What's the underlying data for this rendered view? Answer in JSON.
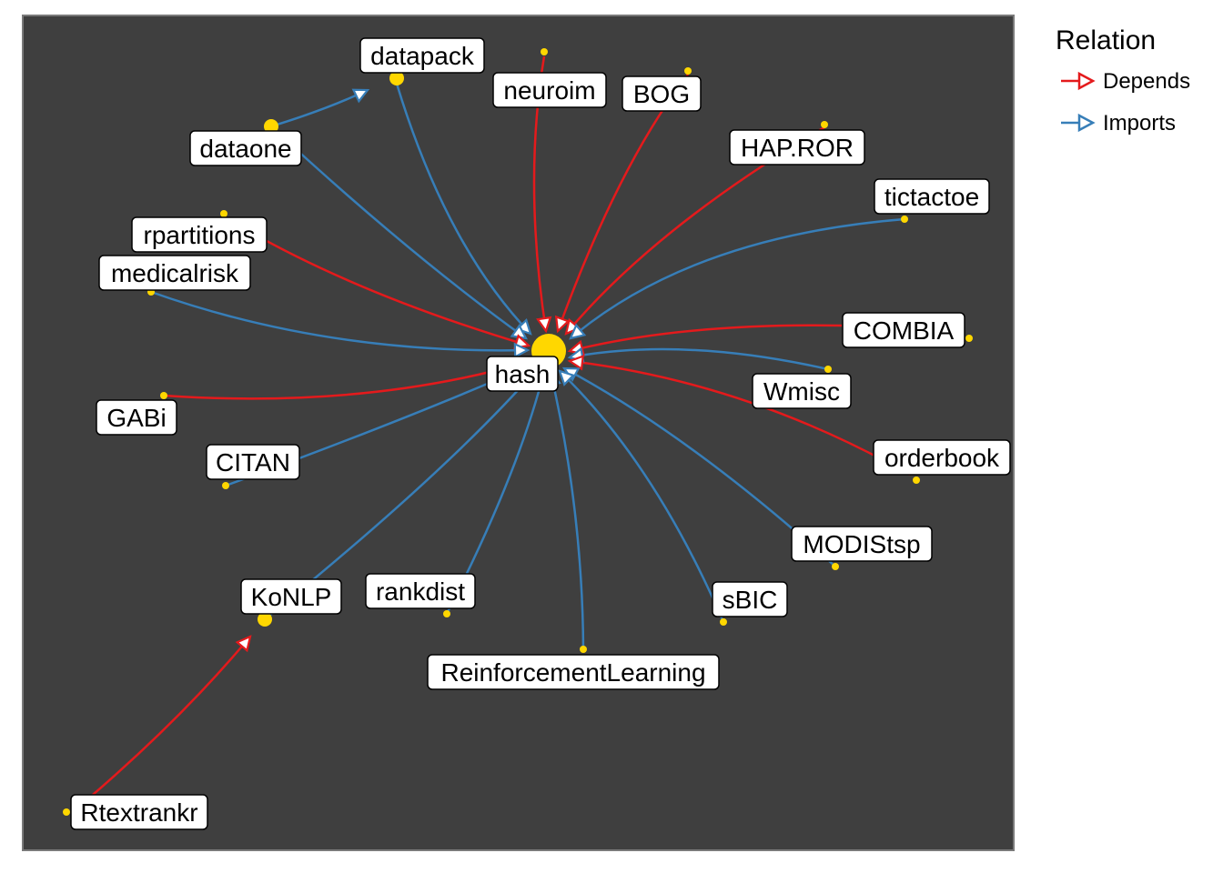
{
  "legend": {
    "title": "Relation",
    "entries": [
      {
        "key": "depends",
        "label": "Depends",
        "color": "#e41a1c"
      },
      {
        "key": "imports",
        "label": "Imports",
        "color": "#377eb8"
      }
    ]
  },
  "colors": {
    "panel": "#3f3f3f",
    "node": "#ffd700",
    "depends": "#e41a1c",
    "imports": "#377eb8"
  },
  "nodes": [
    {
      "id": "hash",
      "label": "hash"
    },
    {
      "id": "datapack",
      "label": "datapack"
    },
    {
      "id": "dataone",
      "label": "dataone"
    },
    {
      "id": "neuroim",
      "label": "neuroim"
    },
    {
      "id": "BOG",
      "label": "BOG"
    },
    {
      "id": "HAP.ROR",
      "label": "HAP.ROR"
    },
    {
      "id": "tictactoe",
      "label": "tictactoe"
    },
    {
      "id": "rpartitions",
      "label": "rpartitions"
    },
    {
      "id": "medicalrisk",
      "label": "medicalrisk"
    },
    {
      "id": "COMBIA",
      "label": "COMBIA"
    },
    {
      "id": "Wmisc",
      "label": "Wmisc"
    },
    {
      "id": "orderbook",
      "label": "orderbook"
    },
    {
      "id": "GABi",
      "label": "GABi"
    },
    {
      "id": "CITAN",
      "label": "CITAN"
    },
    {
      "id": "MODIStsp",
      "label": "MODIStsp"
    },
    {
      "id": "KoNLP",
      "label": "KoNLP"
    },
    {
      "id": "rankdist",
      "label": "rankdist"
    },
    {
      "id": "sBIC",
      "label": "sBIC"
    },
    {
      "id": "ReinforcementLearning",
      "label": "ReinforcementLearning"
    },
    {
      "id": "Rtextrankr",
      "label": "Rtextrankr"
    }
  ],
  "edges": [
    {
      "from": "dataone",
      "to": "datapack",
      "relation": "imports"
    },
    {
      "from": "datapack",
      "to": "hash",
      "relation": "imports"
    },
    {
      "from": "dataone",
      "to": "hash",
      "relation": "imports"
    },
    {
      "from": "neuroim",
      "to": "hash",
      "relation": "depends"
    },
    {
      "from": "BOG",
      "to": "hash",
      "relation": "depends"
    },
    {
      "from": "HAP.ROR",
      "to": "hash",
      "relation": "depends"
    },
    {
      "from": "tictactoe",
      "to": "hash",
      "relation": "imports"
    },
    {
      "from": "rpartitions",
      "to": "hash",
      "relation": "depends"
    },
    {
      "from": "medicalrisk",
      "to": "hash",
      "relation": "imports"
    },
    {
      "from": "COMBIA",
      "to": "hash",
      "relation": "depends"
    },
    {
      "from": "Wmisc",
      "to": "hash",
      "relation": "imports"
    },
    {
      "from": "orderbook",
      "to": "hash",
      "relation": "depends"
    },
    {
      "from": "GABi",
      "to": "hash",
      "relation": "depends"
    },
    {
      "from": "CITAN",
      "to": "hash",
      "relation": "imports"
    },
    {
      "from": "MODIStsp",
      "to": "hash",
      "relation": "imports"
    },
    {
      "from": "KoNLP",
      "to": "hash",
      "relation": "imports"
    },
    {
      "from": "rankdist",
      "to": "hash",
      "relation": "imports"
    },
    {
      "from": "sBIC",
      "to": "hash",
      "relation": "imports"
    },
    {
      "from": "ReinforcementLearning",
      "to": "hash",
      "relation": "imports"
    },
    {
      "from": "Rtextrankr",
      "to": "KoNLP",
      "relation": "depends"
    }
  ]
}
